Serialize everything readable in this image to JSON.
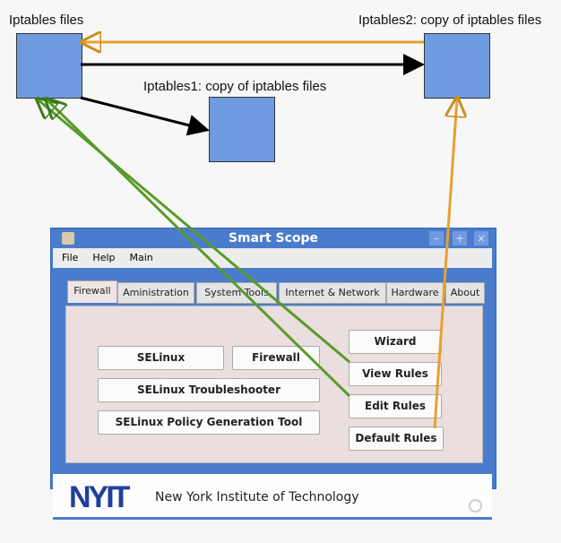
{
  "diagram": {
    "nodes": [
      {
        "id": "iptables",
        "label": "Iptables files"
      },
      {
        "id": "iptables2",
        "label": "Iptables2: copy of iptables files"
      },
      {
        "id": "iptables1",
        "label": "Iptables1: copy of iptables files"
      }
    ],
    "edges": [
      {
        "from": "iptables2",
        "to": "iptables",
        "color": "#e8a030"
      },
      {
        "from": "iptables",
        "to": "iptables2",
        "color": "#000000"
      },
      {
        "from": "iptables",
        "to": "iptables1",
        "color": "#000000"
      },
      {
        "from": "view-rules",
        "to": "iptables",
        "color": "#5a9a2a"
      },
      {
        "from": "edit-rules",
        "to": "iptables",
        "color": "#5a9a2a"
      },
      {
        "from": "default-rules",
        "to": "iptables2",
        "color": "#e8a030"
      }
    ]
  },
  "window": {
    "title": "Smart Scope",
    "controls": [
      "minimize",
      "maximize",
      "close"
    ],
    "menu": [
      "File",
      "Help",
      "Main"
    ],
    "tabs": [
      "Firewall",
      "Aministration",
      "System Tools",
      "Internet & Network",
      "Hardware",
      "About"
    ],
    "active_tab": "Firewall",
    "buttons": {
      "selinux": "SELinux",
      "firewall": "Firewall",
      "troubleshooter": "SELinux Troubleshooter",
      "policy": "SELinux Policy Generation Tool",
      "wizard": "Wizard",
      "view": "View Rules",
      "edit": "Edit Rules",
      "default": "Default Rules"
    },
    "footer": {
      "logo": "NYIT",
      "text": "New York Institute of Technology"
    }
  }
}
